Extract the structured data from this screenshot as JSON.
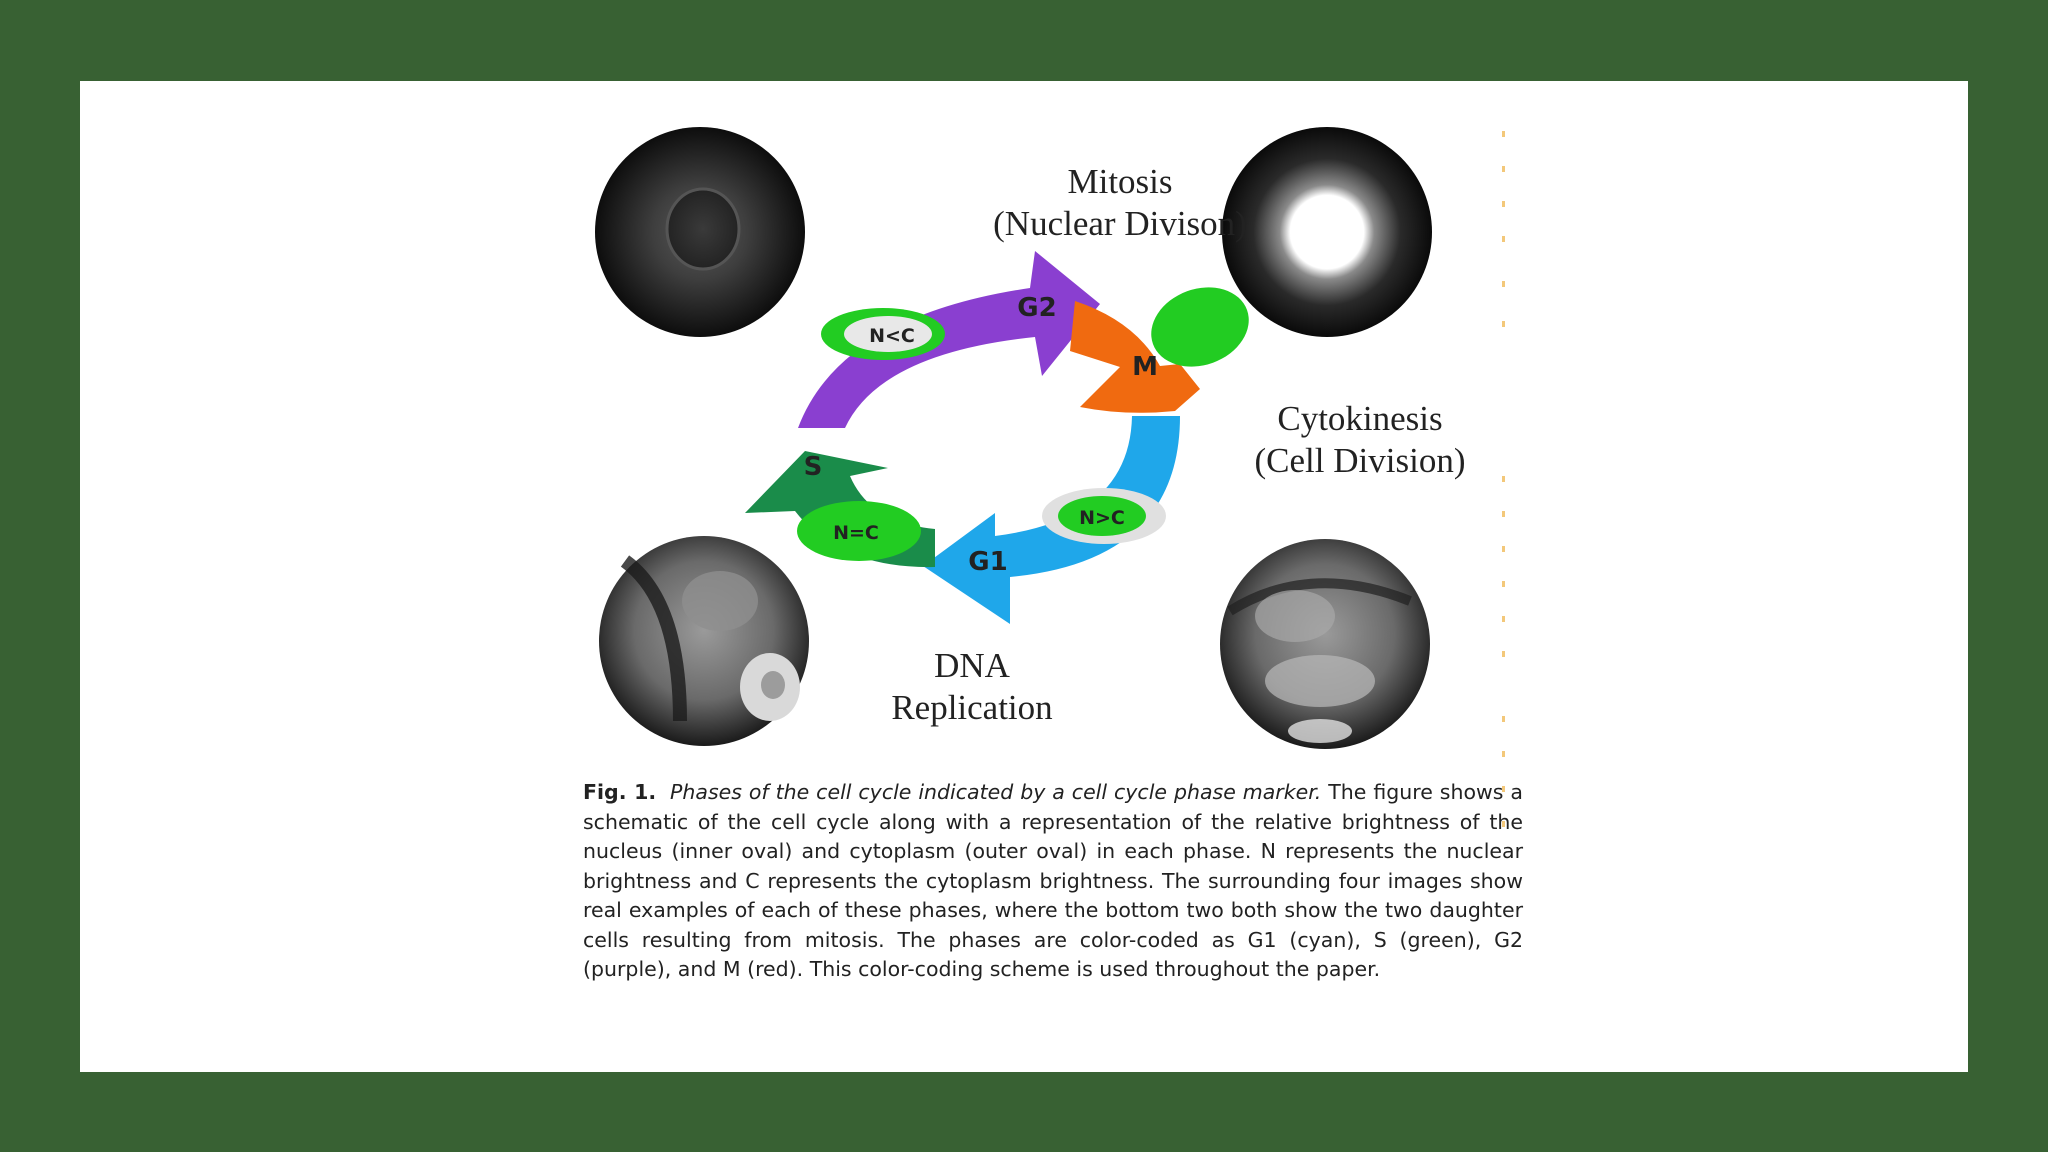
{
  "figure": {
    "labels": {
      "mitosis_title": "Mitosis",
      "mitosis_sub": "(Nuclear Divison)",
      "cytokinesis_title": "Cytokinesis",
      "cytokinesis_sub": "(Cell Division)",
      "dna_title": "DNA",
      "dna_sub": "Replication"
    },
    "phases": {
      "g1": "G1",
      "s": "S",
      "g2": "G2",
      "m": "M"
    },
    "ovals": {
      "n_lt_c": "N<C",
      "n_eq_c": "N=C",
      "n_gt_c": "N>C"
    },
    "colors": {
      "g1": "#1fa7ea",
      "s": "#1a8c4a",
      "g2": "#8a3fd0",
      "m": "#f06a10",
      "nucleus_green": "#22cc22",
      "background": "#386133"
    }
  },
  "caption": {
    "fig_label": "Fig. 1.",
    "italic_title": "Phases of the cell cycle indicated by a cell cycle phase marker.",
    "body": "The figure shows a schematic of the cell cycle along with a representation of the relative brightness of the nucleus (inner oval) and cytoplasm (outer oval) in each phase. N represents the nuclear brightness and C represents the cytoplasm brightness. The surrounding four images show real examples of each of these phases, where the bottom two both show the two daughter cells resulting from mitosis. The phases are color-coded as G1 (cyan), S (green), G2 (purple), and M (red). This color-coding scheme is used throughout the paper."
  }
}
